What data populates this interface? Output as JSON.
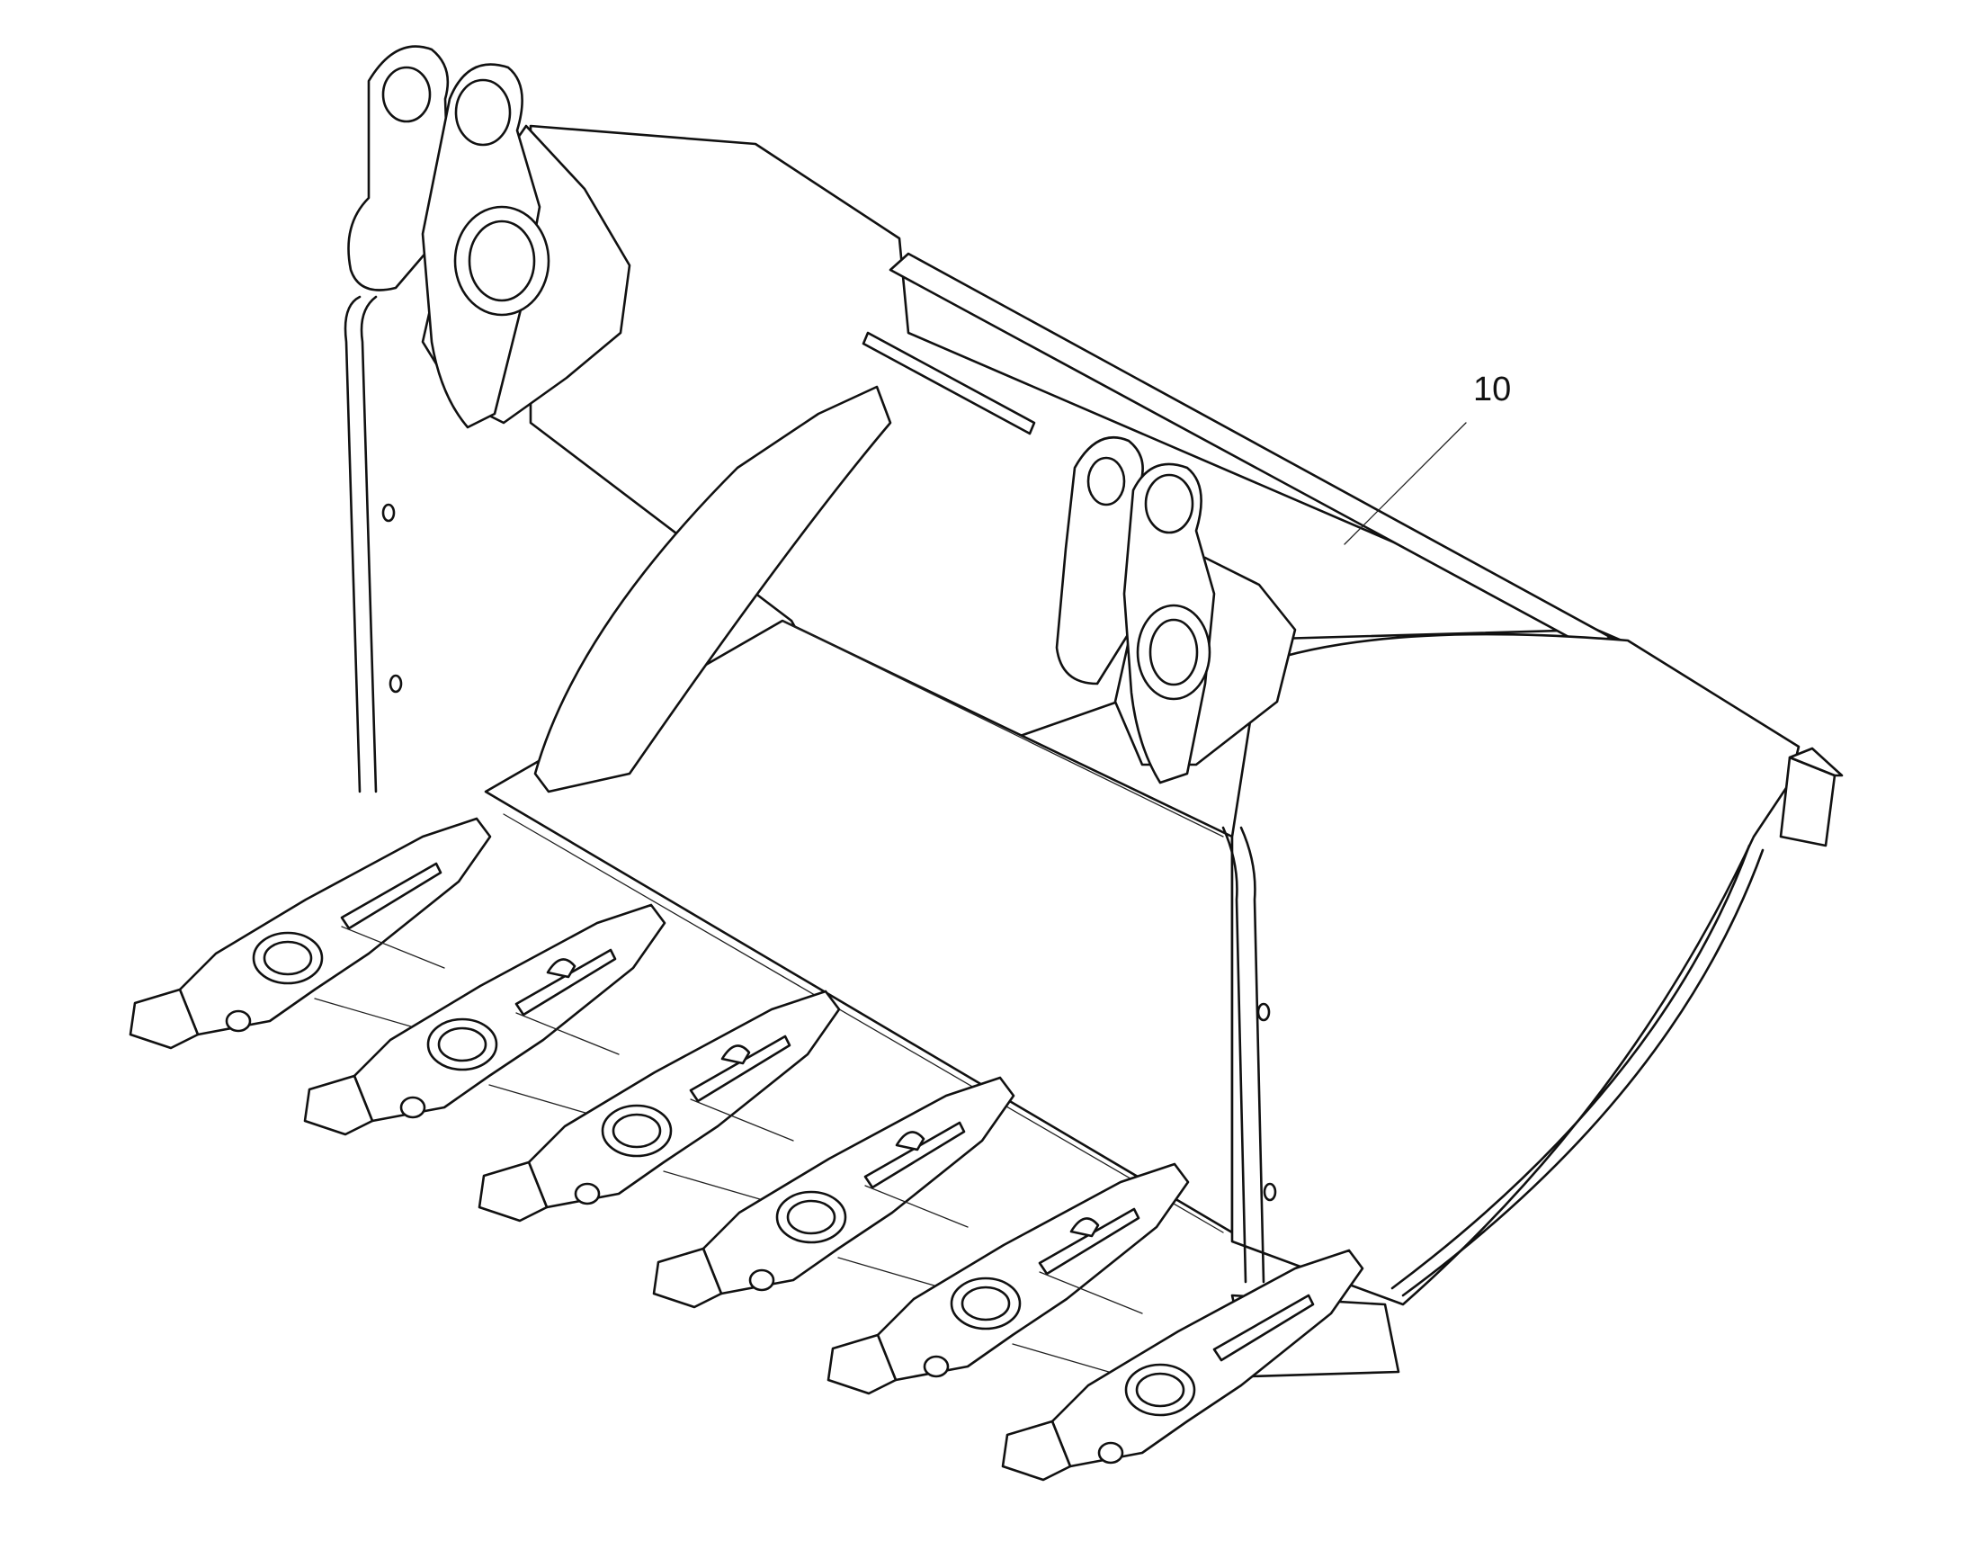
{
  "callout": {
    "number": "10"
  },
  "colors": {
    "line": "#111111",
    "background": "#ffffff"
  },
  "teeth_count": 6,
  "mounting_ears_count": 2
}
